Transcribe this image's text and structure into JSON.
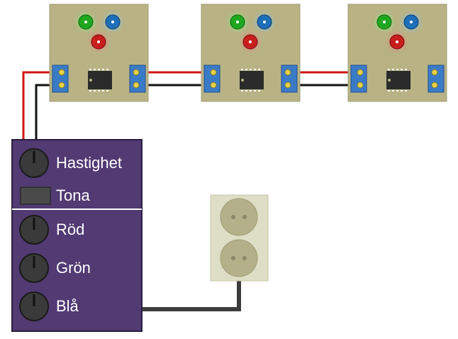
{
  "colors": {
    "background": "#ffffff",
    "board": "#b8b285",
    "board_edge": "#9c9670",
    "terminal": "#3a7bc8",
    "terminal_screw": "#e6d24a",
    "chip": "#2b2b2b",
    "wire_red": "#d01414",
    "wire_black": "#111111",
    "cable_gray": "#3c3c3c",
    "led_green": "#1fa81f",
    "led_blue": "#1e6fb8",
    "led_red": "#c81e1e",
    "controller": "#523a73",
    "knob": "#3a3a3a",
    "switch": "#4a4a4a",
    "outlet_plate": "#deddc6",
    "outlet_socket": "#b3b08a"
  },
  "boards": [
    {
      "name": "board-1",
      "leds": [
        "led-green",
        "led-blue",
        "led-red"
      ]
    },
    {
      "name": "board-2",
      "leds": [
        "led-green",
        "led-blue",
        "led-red"
      ]
    },
    {
      "name": "board-3",
      "leds": [
        "led-green",
        "led-blue",
        "led-red"
      ]
    }
  ],
  "controller": {
    "speed_label": "Hastighet",
    "tone_label": "Tona",
    "red_label": "Röd",
    "green_label": "Grön",
    "blue_label": "Blå"
  },
  "outlet": {
    "sockets": 2
  }
}
